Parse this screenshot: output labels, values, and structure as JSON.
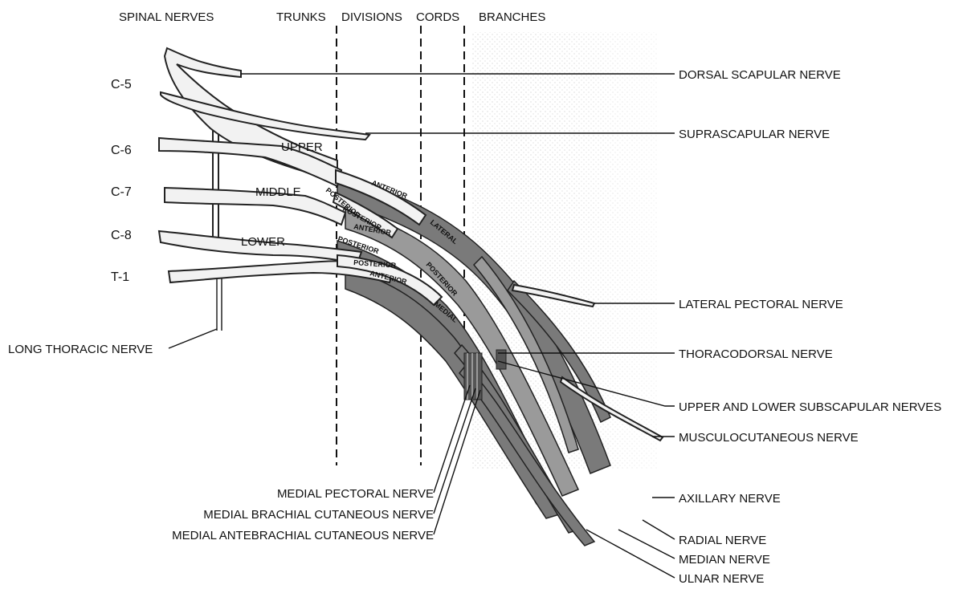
{
  "headers": {
    "spinal_nerves": "SPINAL NERVES",
    "trunks": "TRUNKS",
    "divisions": "DIVISIONS",
    "cords": "CORDS",
    "branches": "BRANCHES"
  },
  "roots": [
    "C-5",
    "C-6",
    "C-7",
    "C-8",
    "T-1"
  ],
  "trunks": {
    "upper": "UPPER",
    "middle": "MIDDLE",
    "lower": "LOWER"
  },
  "divisions": {
    "anterior_upper": "ANTERIOR",
    "posterior_upper": "POSTERIOR",
    "posterior_middle": "POSTERIOR",
    "anterior_middle": "ANTERIOR",
    "posterior_lower": "POSTERIOR",
    "posterior_lower2": "POSTERIOR",
    "anterior_lower": "ANTERIOR"
  },
  "cords": {
    "lateral": "LATERAL",
    "posterior": "POSTERIOR",
    "medial": "MEDIAL"
  },
  "branches_right": {
    "dorsal_scapular": "DORSAL SCAPULAR NERVE",
    "suprascapular": "SUPRASCAPULAR NERVE",
    "lateral_pectoral": "LATERAL PECTORAL NERVE",
    "thoracodorsal": "THORACODORSAL NERVE",
    "subscapular": "UPPER AND LOWER SUBSCAPULAR NERVES",
    "musculocutaneous": "MUSCULOCUTANEOUS NERVE",
    "axillary": "AXILLARY NERVE",
    "radial": "RADIAL NERVE",
    "median": "MEDIAN NERVE",
    "ulnar": "ULNAR NERVE"
  },
  "branches_left": {
    "long_thoracic": "LONG THORACIC NERVE",
    "medial_pectoral": "MEDIAL PECTORAL NERVE",
    "medial_brachial": "MEDIAL BRACHIAL CUTANEOUS NERVE",
    "medial_antebrachial": "MEDIAL ANTEBRACHIAL CUTANEOUS NERVE"
  }
}
